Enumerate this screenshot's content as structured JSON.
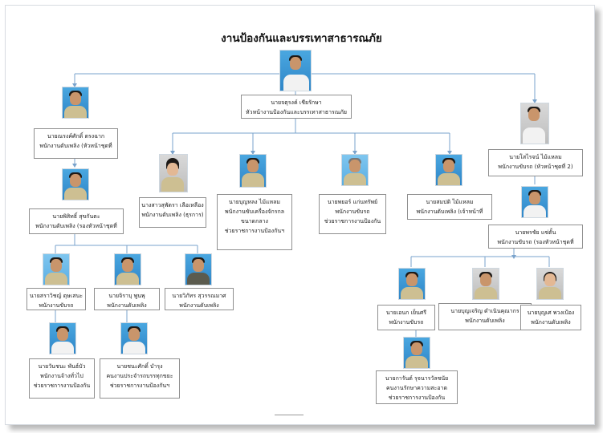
{
  "title": "งานป้องกันและบรรเทาสาธารณภัย",
  "colors": {
    "connector": "#7aa3cc",
    "box_border": "#8f8f8f",
    "photo_bg": "#2f86c8"
  },
  "nodes": {
    "head": {
      "lines": [
        "นายจตุรงค์  เชียรักษา",
        "หัวหน้างานป้องกันและบรรเทาสาธารณภัย"
      ]
    },
    "left1": {
      "lines": [
        "นายณรงค์ศักดิ์  ตรงฉาก",
        "พนักงานดับเพลิง (หัวหน้าชุดที่"
      ]
    },
    "left2": {
      "lines": [
        "นายพิสิทธิ์  สุขกันตะ",
        "พนักงานดับเพลิง (รองหัวหน้าชุดที่"
      ]
    },
    "s1": {
      "lines": [
        "นายสราวิชญ์  ดุษเสนะ",
        "พนักงานขับรถ"
      ]
    },
    "s2": {
      "lines": [
        "นายจิราบุ  พูนพุ",
        "พนักงานดับเพลิง"
      ]
    },
    "s3": {
      "lines": [
        "นายวิภัทร  สุวรรณมาศ",
        "พนักงานดับเพลิง"
      ]
    },
    "s1sub": {
      "lines": [
        "นายวันชนะ  พันธ์บัว",
        "พนักงานจ้างทั่วไป",
        "ช่วยราชการงานป้องกัน"
      ]
    },
    "s2sub": {
      "lines": [
        "นายชนะศักดิ์  บำรุง",
        "คนงานประจำรถบรรทุกขยะ",
        "ช่วยราชการงานป้องกันฯ"
      ]
    },
    "m1": {
      "lines": [
        "นางสาวสุพัตรา  เลือเหลือง",
        "พนักงานดับเพลิง (ธุรการ)"
      ]
    },
    "m2": {
      "lines": [
        "นายบุญหลง  ไม้แหลม",
        "พนักงานขับเครื่องจักรกล",
        "ขนาดกลาง",
        "ช่วยราชการงานป้องกันฯ"
      ]
    },
    "m3": {
      "lines": [
        "นายพยอร์  แก่นทรัพย์",
        "พนักงานขับรถ",
        "ช่วยราชการงานป้องกัน"
      ]
    },
    "m4": {
      "lines": [
        "นายสมปติ  ไม้แหลม",
        "พนักงานดับเพลิง (เจ้าหน้าที่"
      ]
    },
    "right1": {
      "lines": [
        "นายโสไรจน์  ไม้แหลม",
        "พนักงานขับรถ (หัวหน้าชุดที่ 2)"
      ]
    },
    "right2": {
      "lines": [
        "นายพรชัย  แซ่ตั้น",
        "พนักงานขับรถ (รองหัวหน้าชุดที่"
      ]
    },
    "r1": {
      "lines": [
        "นายเอนก  เย็นศรี",
        "พนักงานขับรถ"
      ]
    },
    "r2": {
      "lines": [
        "นายบุญเจริญ  ดำเนินคุณากร",
        "พนักงานดับเพลิง"
      ]
    },
    "r3": {
      "lines": [
        "นายบุญเศ  พวงเป้อง",
        "พนักงานดับเพลิง"
      ]
    },
    "r1sub": {
      "lines": [
        "นายการันต์  รุจนารวัลชนัย",
        "คนงานรักษาความสะอาด",
        "ช่วยราชการงานป้องกัน"
      ]
    }
  }
}
